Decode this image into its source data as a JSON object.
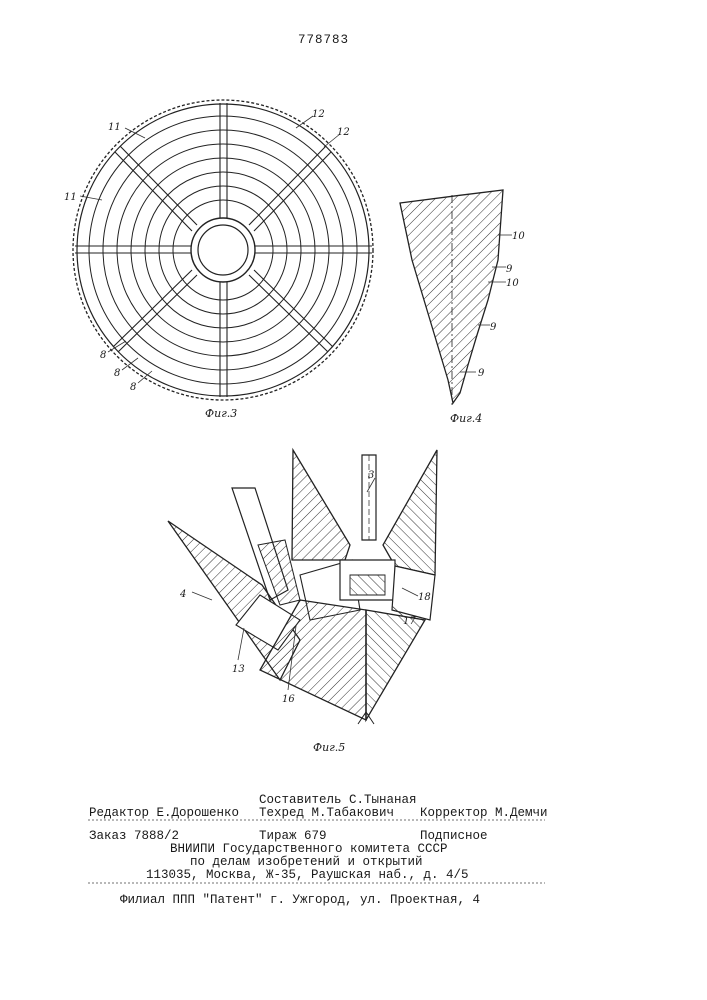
{
  "header": {
    "patent_number": "778783"
  },
  "figures": {
    "fig3": {
      "caption": "Фиг.3",
      "labels": [
        "11",
        "12",
        "12",
        "11",
        "8",
        "8",
        "8"
      ]
    },
    "fig4": {
      "caption": "Фиг.4",
      "labels": [
        "10",
        "9",
        "10",
        "9",
        "9"
      ]
    },
    "fig5": {
      "caption": "Фиг.5",
      "labels": [
        "3",
        "4",
        "18",
        "17",
        "13",
        "16"
      ]
    }
  },
  "colophon": {
    "editor": "Редактор Е.Дорошенко",
    "compiler": "Составитель С.Тынаная",
    "techred": "Техред М.Табакович",
    "corrector": "Корректор М.Демчи",
    "order": "Заказ 7888/2",
    "circulation": "Тираж 679",
    "subscription": "Подписное",
    "org_line1": "ВНИИПИ Государственного комитета СССР",
    "org_line2": "по делам изобретений и открытий",
    "address": "113035, Москва, Ж-35, Раушская наб., д. 4/5",
    "branch": "Филиал ППП \"Патент\"  г. Ужгород, ул. Проектная, 4"
  }
}
